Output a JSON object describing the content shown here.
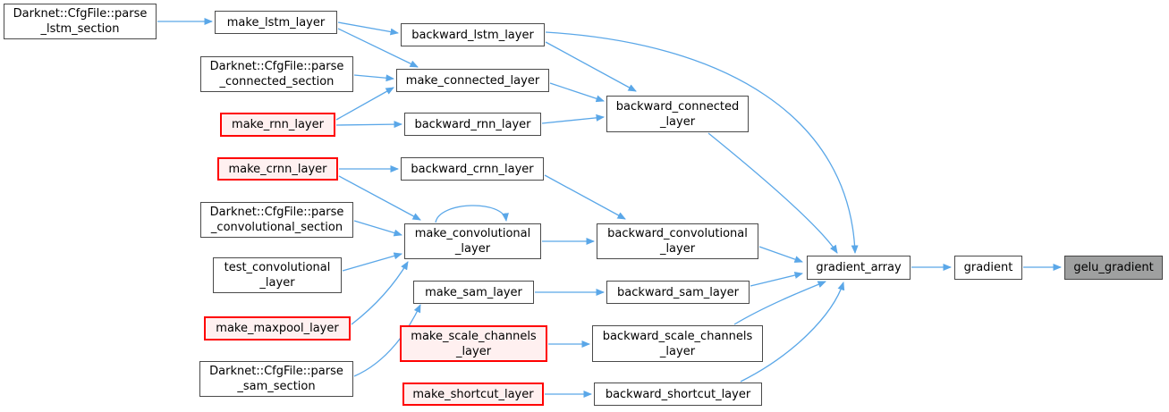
{
  "diagram": {
    "kind": "doxygen-caller-graph",
    "direction": "left-to-right",
    "colors": {
      "background": "#ffffff",
      "edge": "#5aa7e8",
      "node_fill": "#ffffff",
      "node_border": "#4a4a4a",
      "highlight_fill": "#fff0f0",
      "highlight_border": "#ff0000",
      "current_fill": "#9fa0a0",
      "text": "#000000"
    },
    "nodes": [
      {
        "id": "parse_lstm_section",
        "label": "Darknet::CfgFile::parse_lstm_section",
        "lines": [
          "Darknet::CfgFile::parse",
          "_lstm_section"
        ],
        "style": "normal"
      },
      {
        "id": "make_lstm_layer",
        "label": "make_lstm_layer",
        "lines": [
          "make_lstm_layer"
        ],
        "style": "normal"
      },
      {
        "id": "backward_lstm_layer",
        "label": "backward_lstm_layer",
        "lines": [
          "backward_lstm_layer"
        ],
        "style": "normal"
      },
      {
        "id": "parse_connected_section",
        "label": "Darknet::CfgFile::parse_connected_section",
        "lines": [
          "Darknet::CfgFile::parse",
          "_connected_section"
        ],
        "style": "normal"
      },
      {
        "id": "make_connected_layer",
        "label": "make_connected_layer",
        "lines": [
          "make_connected_layer"
        ],
        "style": "normal"
      },
      {
        "id": "make_rnn_layer",
        "label": "make_rnn_layer",
        "lines": [
          "make_rnn_layer"
        ],
        "style": "highlight"
      },
      {
        "id": "backward_rnn_layer",
        "label": "backward_rnn_layer",
        "lines": [
          "backward_rnn_layer"
        ],
        "style": "normal"
      },
      {
        "id": "make_crnn_layer",
        "label": "make_crnn_layer",
        "lines": [
          "make_crnn_layer"
        ],
        "style": "highlight"
      },
      {
        "id": "backward_crnn_layer",
        "label": "backward_crnn_layer",
        "lines": [
          "backward_crnn_layer"
        ],
        "style": "normal"
      },
      {
        "id": "backward_connected_layer",
        "label": "backward_connected_layer",
        "lines": [
          "backward_connected",
          "_layer"
        ],
        "style": "normal"
      },
      {
        "id": "parse_convolutional_section",
        "label": "Darknet::CfgFile::parse_convolutional_section",
        "lines": [
          "Darknet::CfgFile::parse",
          "_convolutional_section"
        ],
        "style": "normal"
      },
      {
        "id": "make_convolutional_layer",
        "label": "make_convolutional_layer",
        "lines": [
          "make_convolutional",
          "_layer"
        ],
        "style": "normal"
      },
      {
        "id": "backward_convolutional_layer",
        "label": "backward_convolutional_layer",
        "lines": [
          "backward_convolutional",
          "_layer"
        ],
        "style": "normal"
      },
      {
        "id": "test_convolutional_layer",
        "label": "test_convolutional_layer",
        "lines": [
          "test_convolutional",
          "_layer"
        ],
        "style": "normal"
      },
      {
        "id": "make_sam_layer",
        "label": "make_sam_layer",
        "lines": [
          "make_sam_layer"
        ],
        "style": "normal"
      },
      {
        "id": "backward_sam_layer",
        "label": "backward_sam_layer",
        "lines": [
          "backward_sam_layer"
        ],
        "style": "normal"
      },
      {
        "id": "make_maxpool_layer",
        "label": "make_maxpool_layer",
        "lines": [
          "make_maxpool_layer"
        ],
        "style": "highlight"
      },
      {
        "id": "make_scale_channels_layer",
        "label": "make_scale_channels_layer",
        "lines": [
          "make_scale_channels",
          "_layer"
        ],
        "style": "highlight"
      },
      {
        "id": "backward_scale_channels_layer",
        "label": "backward_scale_channels_layer",
        "lines": [
          "backward_scale_channels",
          "_layer"
        ],
        "style": "normal"
      },
      {
        "id": "parse_sam_section",
        "label": "Darknet::CfgFile::parse_sam_section",
        "lines": [
          "Darknet::CfgFile::parse",
          "_sam_section"
        ],
        "style": "normal"
      },
      {
        "id": "make_shortcut_layer",
        "label": "make_shortcut_layer",
        "lines": [
          "make_shortcut_layer"
        ],
        "style": "highlight"
      },
      {
        "id": "backward_shortcut_layer",
        "label": "backward_shortcut_layer",
        "lines": [
          "backward_shortcut_layer"
        ],
        "style": "normal"
      },
      {
        "id": "gradient_array",
        "label": "gradient_array",
        "lines": [
          "gradient_array"
        ],
        "style": "normal"
      },
      {
        "id": "gradient",
        "label": "gradient",
        "lines": [
          "gradient"
        ],
        "style": "normal"
      },
      {
        "id": "gelu_gradient",
        "label": "gelu_gradient",
        "lines": [
          "gelu_gradient"
        ],
        "style": "current"
      }
    ],
    "edges": [
      {
        "from": "parse_lstm_section",
        "to": "make_lstm_layer"
      },
      {
        "from": "make_lstm_layer",
        "to": "backward_lstm_layer"
      },
      {
        "from": "make_lstm_layer",
        "to": "make_connected_layer"
      },
      {
        "from": "parse_connected_section",
        "to": "make_connected_layer"
      },
      {
        "from": "make_rnn_layer",
        "to": "make_connected_layer"
      },
      {
        "from": "make_rnn_layer",
        "to": "backward_rnn_layer"
      },
      {
        "from": "make_crnn_layer",
        "to": "backward_crnn_layer"
      },
      {
        "from": "make_crnn_layer",
        "to": "make_convolutional_layer"
      },
      {
        "from": "parse_convolutional_section",
        "to": "make_convolutional_layer"
      },
      {
        "from": "test_convolutional_layer",
        "to": "make_convolutional_layer"
      },
      {
        "from": "make_maxpool_layer",
        "to": "make_convolutional_layer"
      },
      {
        "from": "parse_sam_section",
        "to": "make_sam_layer"
      },
      {
        "from": "make_convolutional_layer",
        "to": "make_convolutional_layer"
      },
      {
        "from": "make_convolutional_layer",
        "to": "backward_convolutional_layer"
      },
      {
        "from": "make_sam_layer",
        "to": "backward_sam_layer"
      },
      {
        "from": "make_scale_channels_layer",
        "to": "backward_scale_channels_layer"
      },
      {
        "from": "make_shortcut_layer",
        "to": "backward_shortcut_layer"
      },
      {
        "from": "backward_lstm_layer",
        "to": "backward_connected_layer"
      },
      {
        "from": "make_connected_layer",
        "to": "backward_connected_layer"
      },
      {
        "from": "backward_rnn_layer",
        "to": "backward_connected_layer"
      },
      {
        "from": "backward_crnn_layer",
        "to": "backward_convolutional_layer"
      },
      {
        "from": "backward_lstm_layer",
        "to": "gradient_array"
      },
      {
        "from": "backward_connected_layer",
        "to": "gradient_array"
      },
      {
        "from": "backward_convolutional_layer",
        "to": "gradient_array"
      },
      {
        "from": "backward_sam_layer",
        "to": "gradient_array"
      },
      {
        "from": "backward_scale_channels_layer",
        "to": "gradient_array"
      },
      {
        "from": "backward_shortcut_layer",
        "to": "gradient_array"
      },
      {
        "from": "gradient_array",
        "to": "gradient"
      },
      {
        "from": "gradient",
        "to": "gelu_gradient"
      }
    ]
  }
}
